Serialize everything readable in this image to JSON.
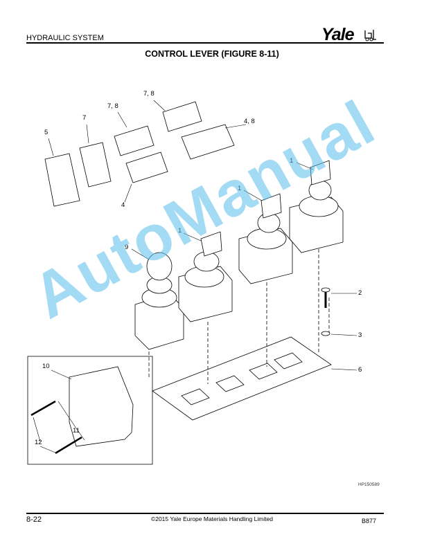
{
  "header": {
    "section": "HYDRAULIC SYSTEM",
    "logo": "Yale",
    "logo_icon": "forklift-icon"
  },
  "title": "CONTROL LEVER (FIGURE 8-11)",
  "figure": {
    "callouts": [
      "7, 8",
      "7, 8",
      "7",
      "5",
      "4, 8",
      "4",
      "1",
      "1",
      "1",
      "9",
      "2",
      "3",
      "6",
      "10",
      "11",
      "12"
    ],
    "figure_id": "HP150589"
  },
  "watermark": "AutoManual",
  "footer": {
    "page": "8-22",
    "copyright": "©2015 Yale Europe Materials Handling Limited",
    "doc": "B877"
  },
  "colors": {
    "watermark": "#5abeeb"
  }
}
